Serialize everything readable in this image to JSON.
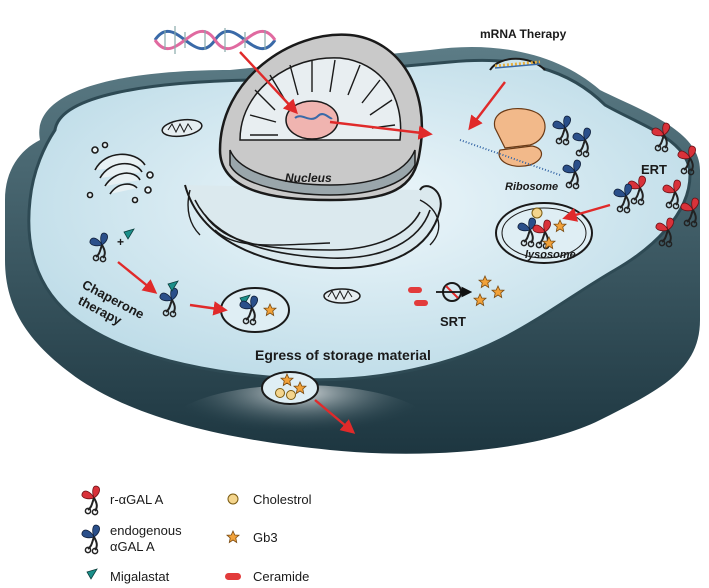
{
  "labels": {
    "mrna_therapy": "mRNA Therapy",
    "nucleus": "Nucleus",
    "ribosome": "Ribosome",
    "ert": "ERT",
    "lysosome": "lysosome",
    "chaperone_line1": "Chaperone",
    "chaperone_line2": "therapy",
    "srt": "SRT",
    "egress": "Egress of storage material",
    "plus": "+"
  },
  "legend": {
    "r_agal": "r-αGAL A",
    "endogenous_line1": "endogenous",
    "endogenous_line2": "αGAL A",
    "migalastat": "Migalastat",
    "cholestrol": "Cholestrol",
    "gb3": "Gb3",
    "ceramide": "Ceramide"
  },
  "colors": {
    "cytoplasm": "#cfe6ef",
    "membrane": "#2e4a54",
    "arrow": "#e02a2a",
    "enzyme_red": "#d9323a",
    "enzyme_blue": "#2a4f8a",
    "migalastat_teal": "#1b8f8a",
    "cholesterol": "#f4d58d",
    "gb3": "#f2a23a",
    "ceramide": "#e23b3b",
    "ribosome": "#f2b98a",
    "nucleolus": "#f0b4b0"
  },
  "icons": [
    "dna-icon",
    "mrna-icon",
    "ribosome-icon",
    "scissor-enzyme-icon",
    "migalastat-icon",
    "cholesterol-icon",
    "gb3-star-icon",
    "ceramide-icon",
    "mitochondrion-icon",
    "golgi-icon",
    "er-icon",
    "inhibit-icon"
  ]
}
